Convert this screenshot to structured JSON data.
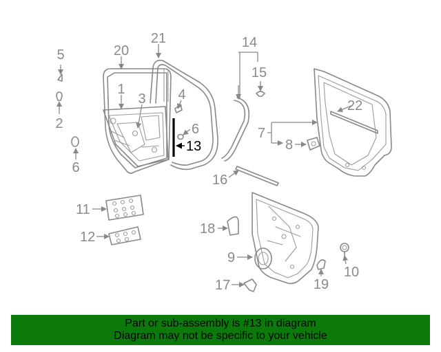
{
  "callouts": {
    "n1": "1",
    "n2": "2",
    "n3": "3",
    "n4": "4",
    "n5": "5",
    "n6a": "6",
    "n6b": "6",
    "n7": "7",
    "n8": "8",
    "n9": "9",
    "n10": "10",
    "n11": "11",
    "n12": "12",
    "n13": "13",
    "n14": "14",
    "n15": "15",
    "n16": "16",
    "n17": "17",
    "n18": "18",
    "n19": "19",
    "n20": "20",
    "n21": "21",
    "n22": "22"
  },
  "highlight_part": "13",
  "banner": {
    "line1": "Part or sub-assembly is #13 in diagram",
    "line2": "Diagram may not be specific to your vehicle"
  },
  "colors": {
    "banner_bg": "#0b7a0b",
    "part_stroke": "#888888",
    "highlight": "#000000"
  }
}
